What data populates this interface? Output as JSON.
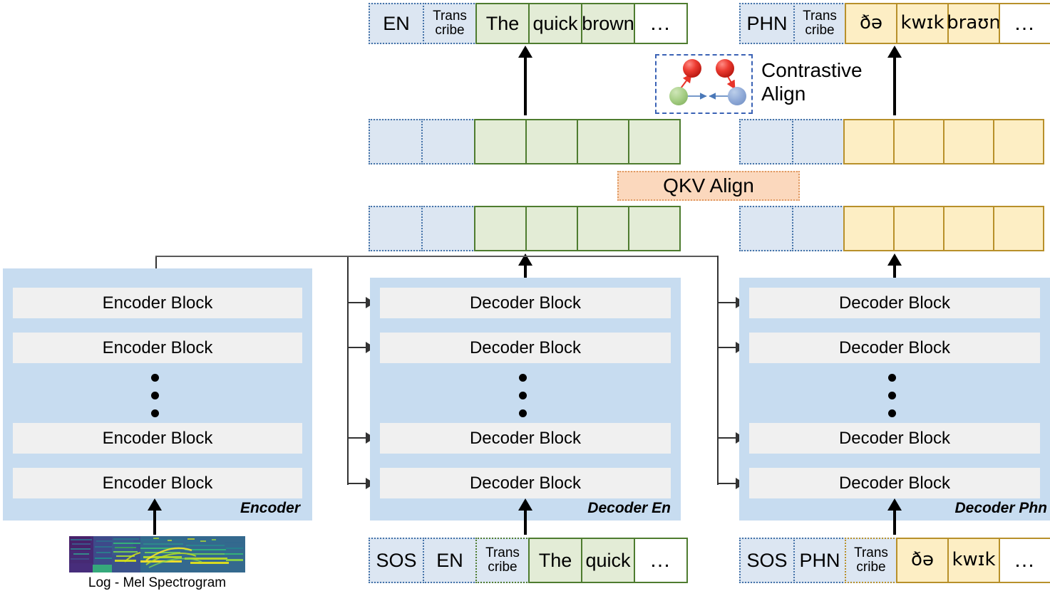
{
  "diagram": {
    "title": "Dual-decoder speech transcription architecture with QKV and contrastive alignment",
    "colors": {
      "panel_blue": "#c7dcf0",
      "cell_blue": "#dce6f2",
      "cell_green": "#e3ecd6",
      "cell_gold": "#fdeec4",
      "green_border": "#4e7c2f",
      "gold_border": "#b8902a",
      "blue_border": "#4472a8",
      "qkv_fill": "#fbd8bd",
      "qkv_border": "#e09a63",
      "block_fill": "#f0f0f0"
    }
  },
  "output_en": {
    "name": "English transcription output sequence",
    "cells": [
      {
        "text": "EN",
        "style": "cell-blue",
        "font": "tok-lg"
      },
      {
        "text": "Trans\ncribe",
        "style": "cell-blue",
        "font": "tok-sm"
      },
      {
        "text": "The",
        "style": "cell-green",
        "font": "tok-lg"
      },
      {
        "text": "quick",
        "style": "cell-green",
        "font": "tok-lg"
      },
      {
        "text": "brown",
        "style": "cell-green",
        "font": "tok-lg"
      },
      {
        "text": "…",
        "style": "cell-white-green",
        "font": "tok-dots"
      }
    ]
  },
  "output_phn": {
    "name": "Phoneme transcription output sequence",
    "cells": [
      {
        "text": "PHN",
        "style": "cell-blue",
        "font": "tok-lg"
      },
      {
        "text": "Trans\ncribe",
        "style": "cell-blue",
        "font": "tok-sm"
      },
      {
        "text": "ðə",
        "style": "cell-gold",
        "font": "tok-ipa"
      },
      {
        "text": "kwɪk",
        "style": "cell-gold",
        "font": "tok-ipa"
      },
      {
        "text": "braʊn",
        "style": "cell-gold",
        "font": "tok-ipa"
      },
      {
        "text": "…",
        "style": "cell-white-gold",
        "font": "tok-dots"
      }
    ]
  },
  "hidden_en_top": {
    "name": "English decoder top hidden states",
    "cells": [
      {
        "style": "cell-hid-blue"
      },
      {
        "style": "cell-hid-blue"
      },
      {
        "style": "cell-hid-green"
      },
      {
        "style": "cell-hid-green"
      },
      {
        "style": "cell-hid-green"
      },
      {
        "style": "cell-hid-green"
      }
    ]
  },
  "hidden_phn_top": {
    "name": "Phoneme decoder top hidden states",
    "cells": [
      {
        "style": "cell-hid-blue"
      },
      {
        "style": "cell-hid-blue"
      },
      {
        "style": "cell-hid-gold"
      },
      {
        "style": "cell-hid-gold"
      },
      {
        "style": "cell-hid-gold"
      },
      {
        "style": "cell-hid-gold"
      }
    ]
  },
  "hidden_en_mid": {
    "name": "English decoder intermediate hidden states",
    "cells": [
      {
        "style": "cell-hid-blue"
      },
      {
        "style": "cell-hid-blue"
      },
      {
        "style": "cell-hid-green"
      },
      {
        "style": "cell-hid-green"
      },
      {
        "style": "cell-hid-green"
      },
      {
        "style": "cell-hid-green"
      }
    ]
  },
  "hidden_phn_mid": {
    "name": "Phoneme decoder intermediate hidden states",
    "cells": [
      {
        "style": "cell-hid-blue"
      },
      {
        "style": "cell-hid-blue"
      },
      {
        "style": "cell-hid-gold"
      },
      {
        "style": "cell-hid-gold"
      },
      {
        "style": "cell-hid-gold"
      },
      {
        "style": "cell-hid-gold"
      }
    ]
  },
  "qkv_align": {
    "label": "QKV Align"
  },
  "contrastive_align": {
    "label": "Contrastive\nAlign",
    "nodes": [
      {
        "name": "anchor-red-left",
        "color": "#e8342a"
      },
      {
        "name": "anchor-red-right",
        "color": "#e8342a"
      },
      {
        "name": "positive-green",
        "color": "#9ccb7d"
      },
      {
        "name": "positive-blue",
        "color": "#88a8d8"
      }
    ]
  },
  "encoder": {
    "label": "Encoder",
    "block_label": "Encoder Block",
    "blocks": [
      "Encoder Block",
      "Encoder Block",
      "Encoder Block",
      "Encoder Block"
    ]
  },
  "decoder_en": {
    "label": "Decoder En",
    "block_label": "Decoder Block",
    "blocks": [
      "Decoder Block",
      "Decoder Block",
      "Decoder Block",
      "Decoder Block"
    ]
  },
  "decoder_phn": {
    "label": "Decoder Phn",
    "block_label": "Decoder Block",
    "blocks": [
      "Decoder Block",
      "Decoder Block",
      "Decoder Block",
      "Decoder Block"
    ]
  },
  "input_en": {
    "name": "English decoder input sequence",
    "cells": [
      {
        "text": "SOS",
        "style": "cell-blue",
        "font": "tok-lg"
      },
      {
        "text": "EN",
        "style": "cell-blue",
        "font": "tok-lg"
      },
      {
        "text": "Trans\ncribe",
        "style": "cell-blue-green",
        "font": "tok-sm"
      },
      {
        "text": "The",
        "style": "cell-green",
        "font": "tok-lg"
      },
      {
        "text": "quick",
        "style": "cell-green",
        "font": "tok-lg"
      },
      {
        "text": "…",
        "style": "cell-white-green",
        "font": "tok-dots"
      }
    ]
  },
  "input_phn": {
    "name": "Phoneme decoder input sequence",
    "cells": [
      {
        "text": "SOS",
        "style": "cell-blue",
        "font": "tok-lg"
      },
      {
        "text": "PHN",
        "style": "cell-blue",
        "font": "tok-lg"
      },
      {
        "text": "Trans\ncribe",
        "style": "cell-blue-gold",
        "font": "tok-sm"
      },
      {
        "text": "ðə",
        "style": "cell-gold",
        "font": "tok-ipa"
      },
      {
        "text": "kwɪk",
        "style": "cell-gold",
        "font": "tok-ipa"
      },
      {
        "text": "…",
        "style": "cell-white-gold",
        "font": "tok-dots"
      }
    ]
  },
  "spectrogram": {
    "caption": "Log - Mel Spectrogram"
  }
}
